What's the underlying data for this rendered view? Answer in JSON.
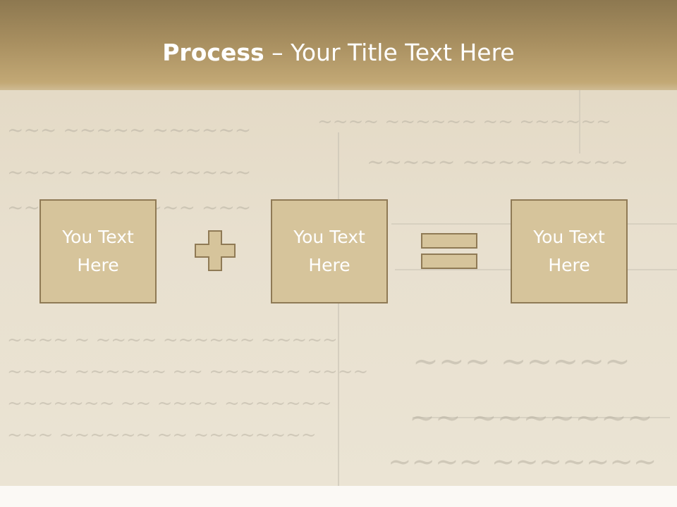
{
  "title": {
    "bold": "Process",
    "rest": " – Your Title Text Here"
  },
  "boxes": [
    {
      "label": "You Text Here"
    },
    {
      "label": "You Text Here"
    },
    {
      "label": "You Text Here"
    }
  ],
  "operators": [
    "plus-icon",
    "equals-icon"
  ],
  "colors": {
    "header": "#a88f60",
    "box_fill": "#d6c49b",
    "box_border": "#8f7a55",
    "text": "#ffffff"
  }
}
